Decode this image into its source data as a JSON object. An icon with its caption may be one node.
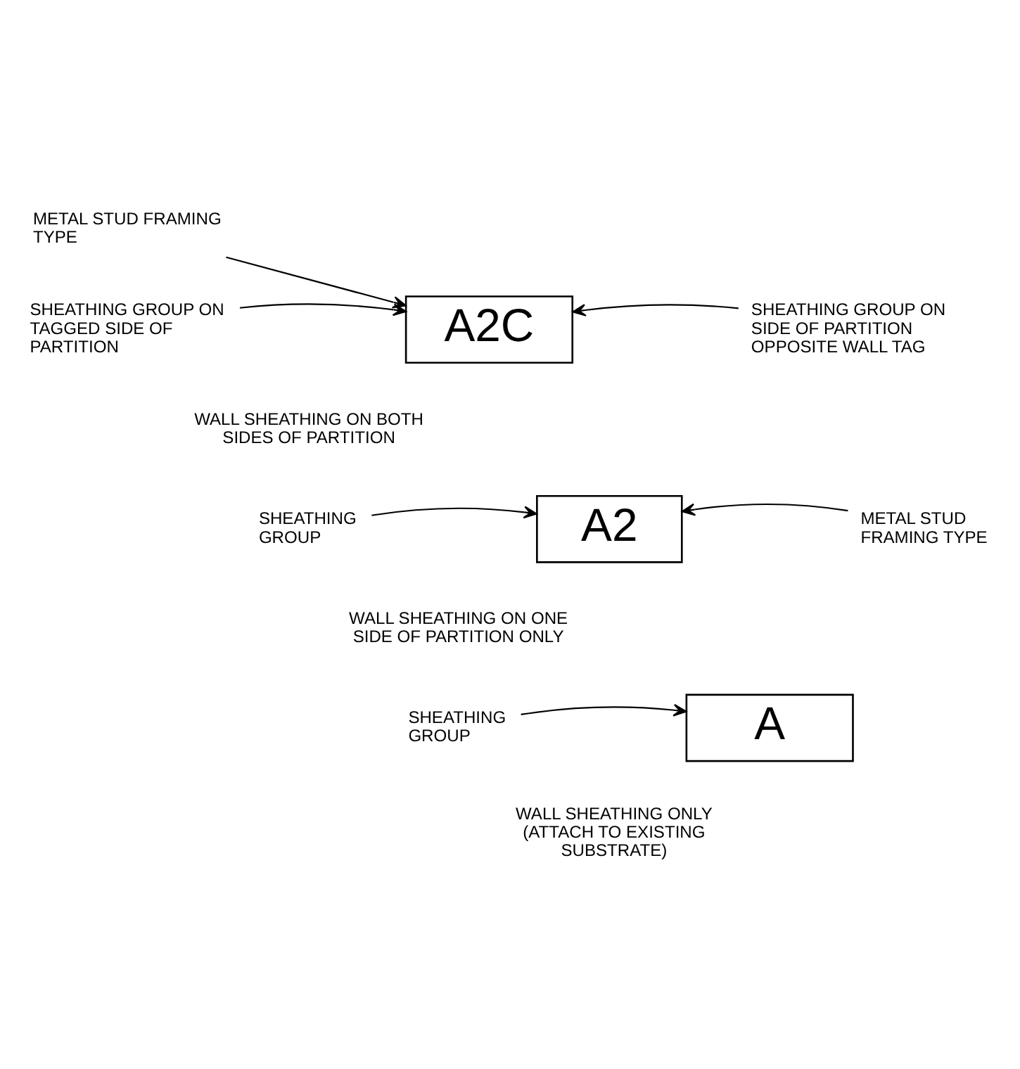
{
  "diagram": {
    "nodes": [
      {
        "text": [
          "METAL STUD FRAMING TYPE"
        ]
      },
      {
        "text": [
          "SHEATHING GROUP ON TAGGED SIDE OF PARTITION"
        ]
      },
      {
        "text": [
          "A2C"
        ],
        "beside": [
          "WALL SHEATHING ON BOTH SIDES OF PARTITION"
        ]
      },
      {
        "text": [
          "SHEATHING GROUP ON SIDE OF PARTITION OPPOSITE WALL TAG"
        ]
      },
      {
        "text": [
          "SHEATHING GROUP"
        ]
      },
      {
        "text": [
          "A2"
        ],
        "beside": [
          "WALL SHEATHING ON ONE SIDE OF PARTITION ONLY"
        ]
      },
      {
        "text": [
          "METAL STUD FRAMING TYPE"
        ]
      },
      {
        "text": [
          "SHEATHING GROUP"
        ]
      },
      {
        "text": [
          "A"
        ],
        "beside": [
          "WALL SHEATHING ONLY (ATTACH TO EXISTING SUBSTRATE)"
        ]
      }
    ],
    "edges": [
      {
        "from": 0,
        "to": 2,
        "arrow": "to"
      },
      {
        "from": 1,
        "to": 2,
        "arrow": "to"
      },
      {
        "from": 3,
        "to": 2,
        "arrow": "to"
      },
      {
        "from": 4,
        "to": 5,
        "arrow": "to"
      },
      {
        "from": 6,
        "to": 5,
        "arrow": "to"
      },
      {
        "from": 7,
        "to": 8,
        "arrow": "to"
      }
    ]
  }
}
